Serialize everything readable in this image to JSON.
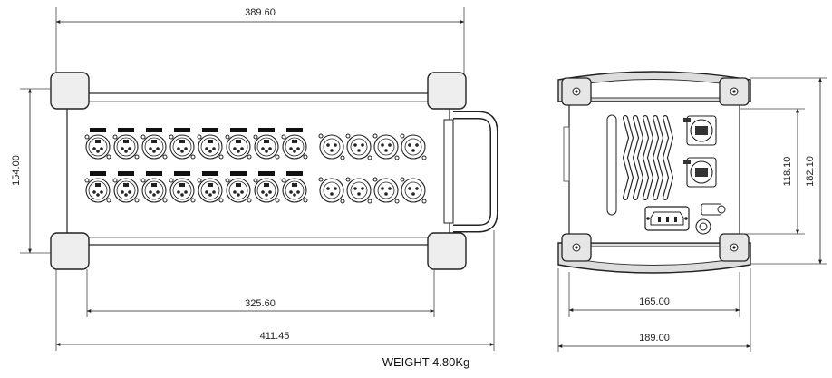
{
  "front_view": {
    "dims": {
      "width_top": "389.60",
      "height_left": "154.00",
      "inner_width": "325.60",
      "overall_width": "411.45"
    },
    "xlr_female_count": 16,
    "xlr_male_count": 8
  },
  "side_view": {
    "dims": {
      "width_inner": "165.00",
      "width_overall": "189.00",
      "height_inner": "118.10",
      "height_overall": "182.10"
    }
  },
  "weight_label": "WEIGHT 4.80Kg"
}
